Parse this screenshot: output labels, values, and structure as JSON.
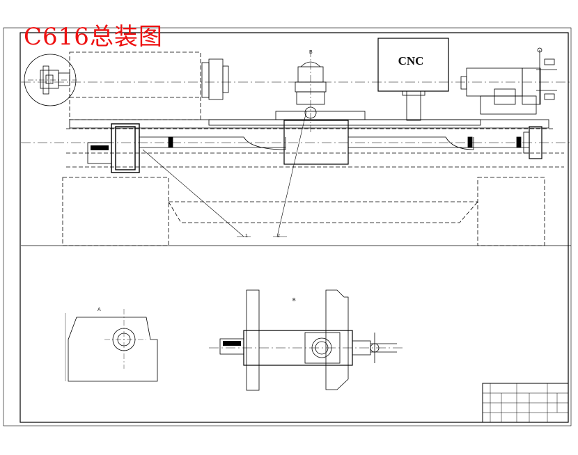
{
  "drawing": {
    "title": "C616总装图",
    "control_box_label": "CNC",
    "section_label_top": "B",
    "section_label_bottom": "B",
    "callout_1": "1",
    "callout_2": "2",
    "callout_a": "A"
  },
  "colors": {
    "line": "#000000",
    "title": "#e01a1a"
  },
  "icons": [
    "motor-icon",
    "handwheel-icon",
    "chuck-icon"
  ]
}
